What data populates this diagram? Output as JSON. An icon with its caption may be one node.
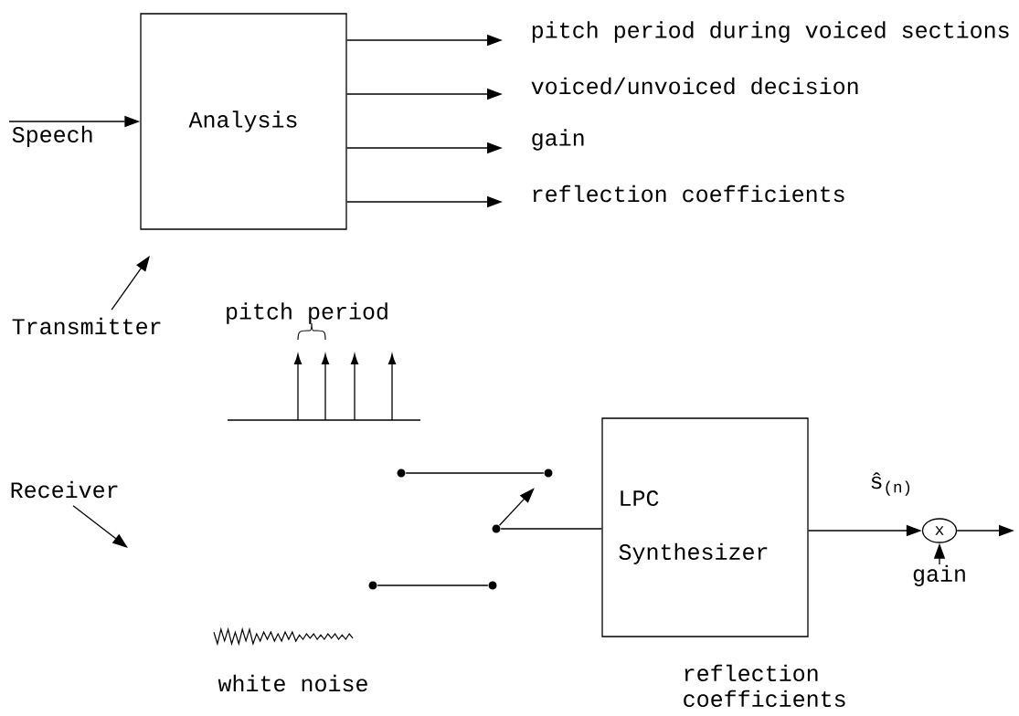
{
  "diagram": {
    "nodes": [
      {
        "text": [
          "Analysis"
        ]
      },
      {
        "text": [
          "Speech"
        ]
      },
      {
        "text": [
          "pitch period during voiced sections"
        ]
      },
      {
        "text": [
          "voiced/unvoiced decision"
        ]
      },
      {
        "text": [
          "gain"
        ]
      },
      {
        "text": [
          "reflection coefficients"
        ]
      },
      {
        "text": [
          "Transmitter"
        ]
      },
      {
        "text": [
          "Receiver"
        ]
      },
      {
        "text": [
          "LPC Synthesizer"
        ],
        "beside": [
          "reflection coefficients"
        ]
      },
      {
        "text": [
          "x"
        ]
      },
      {
        "text": [
          "gain"
        ]
      },
      {
        "text": [],
        "shape": "circle"
      },
      {
        "text": [],
        "shape": "circle"
      },
      {
        "text": [],
        "shape": "circle"
      },
      {
        "text": [],
        "shape": "circle"
      },
      {
        "text": [],
        "shape": "circle"
      }
    ],
    "edges": [
      {
        "from": 1,
        "to": 0,
        "arrow": "to"
      },
      {
        "from": 0,
        "to": 2,
        "arrow": "to"
      },
      {
        "from": 0,
        "to": 3,
        "arrow": "to"
      },
      {
        "from": 0,
        "to": 4,
        "arrow": "to"
      },
      {
        "from": 0,
        "to": 5,
        "arrow": "to"
      },
      {
        "from": 6,
        "to": null,
        "arrow": "to"
      },
      {
        "from": 7,
        "to": null,
        "arrow": "to"
      },
      {
        "from": 11,
        "to": 12,
        "arrow": "none"
      },
      {
        "from": 13,
        "to": 14,
        "arrow": "none"
      },
      {
        "from": 15,
        "to": 12,
        "arrow": "to"
      },
      {
        "from": 15,
        "to": 8,
        "arrow": "none"
      },
      {
        "from": 8,
        "to": 9,
        "arrow": "to",
        "label": "ŝ$_{(n)}$"
      },
      {
        "from": 10,
        "to": 9,
        "arrow": "to"
      },
      {
        "from": 9,
        "to": null,
        "arrow": "to"
      }
    ],
    "labels": [
      "pitch period",
      "white noise"
    ]
  }
}
